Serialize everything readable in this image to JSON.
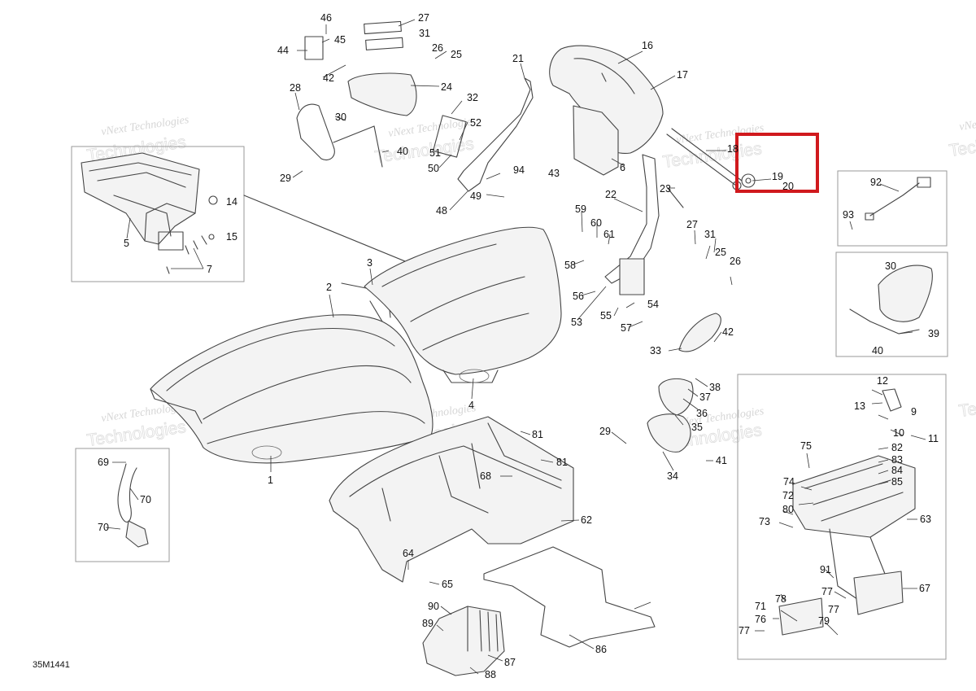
{
  "diagram": {
    "drawing_code": "35M1441",
    "watermark": {
      "line1": "vNext Technologies",
      "line2": "Technologies"
    },
    "highlight_color": "#d0191d",
    "callouts": [
      {
        "id": "c1",
        "label": "1"
      },
      {
        "id": "c2",
        "label": "2"
      },
      {
        "id": "c3",
        "label": "3"
      },
      {
        "id": "c4",
        "label": "4"
      },
      {
        "id": "c5",
        "label": "5"
      },
      {
        "id": "c6",
        "label": "6"
      },
      {
        "id": "c7",
        "label": "7"
      },
      {
        "id": "c9",
        "label": "9"
      },
      {
        "id": "c10",
        "label": "10"
      },
      {
        "id": "c11",
        "label": "11"
      },
      {
        "id": "c12",
        "label": "12"
      },
      {
        "id": "c13",
        "label": "13"
      },
      {
        "id": "c14",
        "label": "14"
      },
      {
        "id": "c15",
        "label": "15"
      },
      {
        "id": "c16",
        "label": "16"
      },
      {
        "id": "c17",
        "label": "17"
      },
      {
        "id": "c18",
        "label": "18"
      },
      {
        "id": "c19",
        "label": "19"
      },
      {
        "id": "c20",
        "label": "20"
      },
      {
        "id": "c21",
        "label": "21"
      },
      {
        "id": "c22",
        "label": "22"
      },
      {
        "id": "c23",
        "label": "23"
      },
      {
        "id": "c24",
        "label": "24"
      },
      {
        "id": "c25a",
        "label": "25"
      },
      {
        "id": "c25b",
        "label": "25"
      },
      {
        "id": "c26a",
        "label": "26"
      },
      {
        "id": "c26b",
        "label": "26"
      },
      {
        "id": "c27a",
        "label": "27"
      },
      {
        "id": "c27b",
        "label": "27"
      },
      {
        "id": "c28",
        "label": "28"
      },
      {
        "id": "c29a",
        "label": "29"
      },
      {
        "id": "c29b",
        "label": "29"
      },
      {
        "id": "c30a",
        "label": "30"
      },
      {
        "id": "c30b",
        "label": "30"
      },
      {
        "id": "c31a",
        "label": "31"
      },
      {
        "id": "c31b",
        "label": "31"
      },
      {
        "id": "c32",
        "label": "32"
      },
      {
        "id": "c33",
        "label": "33"
      },
      {
        "id": "c34",
        "label": "34"
      },
      {
        "id": "c35",
        "label": "35"
      },
      {
        "id": "c36",
        "label": "36"
      },
      {
        "id": "c37",
        "label": "37"
      },
      {
        "id": "c38",
        "label": "38"
      },
      {
        "id": "c39",
        "label": "39"
      },
      {
        "id": "c40a",
        "label": "40"
      },
      {
        "id": "c40b",
        "label": "40"
      },
      {
        "id": "c41",
        "label": "41"
      },
      {
        "id": "c42a",
        "label": "42"
      },
      {
        "id": "c42b",
        "label": "42"
      },
      {
        "id": "c43",
        "label": "43"
      },
      {
        "id": "c44",
        "label": "44"
      },
      {
        "id": "c45",
        "label": "45"
      },
      {
        "id": "c46",
        "label": "46"
      },
      {
        "id": "c48",
        "label": "48"
      },
      {
        "id": "c49",
        "label": "49"
      },
      {
        "id": "c50",
        "label": "50"
      },
      {
        "id": "c51",
        "label": "51"
      },
      {
        "id": "c52",
        "label": "52"
      },
      {
        "id": "c53",
        "label": "53"
      },
      {
        "id": "c54",
        "label": "54"
      },
      {
        "id": "c55",
        "label": "55"
      },
      {
        "id": "c56",
        "label": "56"
      },
      {
        "id": "c57",
        "label": "57"
      },
      {
        "id": "c58",
        "label": "58"
      },
      {
        "id": "c59",
        "label": "59"
      },
      {
        "id": "c60",
        "label": "60"
      },
      {
        "id": "c61",
        "label": "61"
      },
      {
        "id": "c62",
        "label": "62"
      },
      {
        "id": "c63",
        "label": "63"
      },
      {
        "id": "c64",
        "label": "64"
      },
      {
        "id": "c65",
        "label": "65"
      },
      {
        "id": "c67",
        "label": "67"
      },
      {
        "id": "c68",
        "label": "68"
      },
      {
        "id": "c69",
        "label": "69"
      },
      {
        "id": "c70a",
        "label": "70"
      },
      {
        "id": "c70b",
        "label": "70"
      },
      {
        "id": "c71",
        "label": "71"
      },
      {
        "id": "c72",
        "label": "72"
      },
      {
        "id": "c73",
        "label": "73"
      },
      {
        "id": "c74",
        "label": "74"
      },
      {
        "id": "c75",
        "label": "75"
      },
      {
        "id": "c76",
        "label": "76"
      },
      {
        "id": "c77a",
        "label": "77"
      },
      {
        "id": "c77b",
        "label": "77"
      },
      {
        "id": "c77c",
        "label": "77"
      },
      {
        "id": "c78",
        "label": "78"
      },
      {
        "id": "c79",
        "label": "79"
      },
      {
        "id": "c80",
        "label": "80"
      },
      {
        "id": "c81a",
        "label": "81"
      },
      {
        "id": "c81b",
        "label": "81"
      },
      {
        "id": "c82",
        "label": "82"
      },
      {
        "id": "c83",
        "label": "83"
      },
      {
        "id": "c84",
        "label": "84"
      },
      {
        "id": "c85",
        "label": "85"
      },
      {
        "id": "c86",
        "label": "86"
      },
      {
        "id": "c87",
        "label": "87"
      },
      {
        "id": "c88",
        "label": "88"
      },
      {
        "id": "c89",
        "label": "89"
      },
      {
        "id": "c90",
        "label": "90"
      },
      {
        "id": "c91",
        "label": "91"
      },
      {
        "id": "c92",
        "label": "92"
      },
      {
        "id": "c93",
        "label": "93"
      },
      {
        "id": "c94",
        "label": "94"
      }
    ]
  }
}
